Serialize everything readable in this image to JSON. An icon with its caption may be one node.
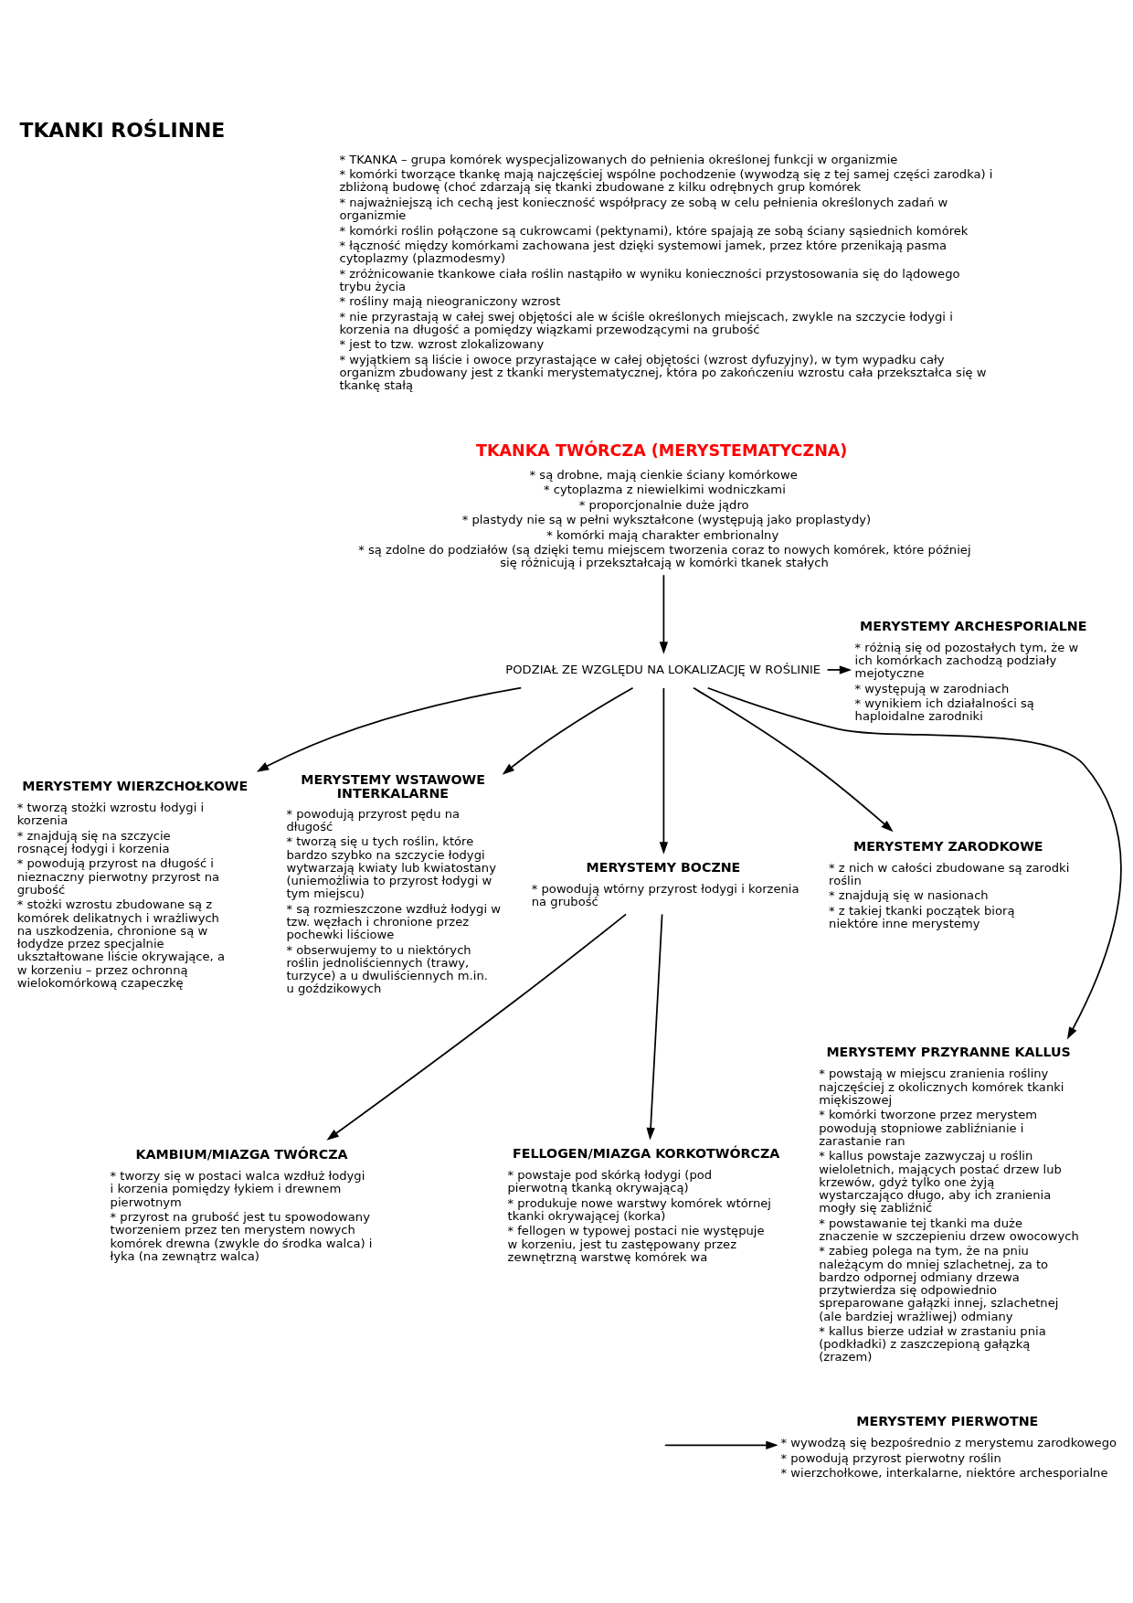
{
  "diagram": {
    "title": "TKANKI ROŚLINNE",
    "nodes": [
      {
        "text": [
          "TKANKA TWÓRCZA (MERYSTEMATYCZNA)",
          "* są drobne, mają cienkie ściany komórkowe",
          "* cytoplazma z niewielkimi wodniczkami",
          "* proporcjonalnie duże jądro",
          "* plastydy nie są w pełni wykształcone (występują jako proplastydy)",
          "* komórki mają charakter embrionalny",
          "* są zdolne do podziałów (są dzięki temu miejscem tworzenia coraz to nowych komórek, które później się różnicują i przekształcają w komórki tkanek stałych"
        ]
      },
      {
        "text": [
          "PODZIAŁ ZE WZGLĘDU NA LOKALIZACJĘ W ROŚLINIE"
        ]
      },
      {
        "text": [
          "MERYSTEMY ARCHESPORIALNE",
          "* różnią się od pozostałych tym, że w ich komórkach zachodzą podziały mejotyczne",
          "* występują w zarodniach",
          "* wynikiem ich działalności są haploidalne zarodniki"
        ]
      },
      {
        "text": [
          "MERYSTEMY WIERZCHOŁKOWE",
          "* tworzą stożki wzrostu łodygi i korzenia",
          "* znajdują się na szczycie rosnącej łodygi i korzenia",
          "* powodują przyrost na długość i nieznaczny pierwotny przyrost na grubość",
          "* stożki wzrostu zbudowane są z komórek delikatnych i wrażliwych na uszkodzenia, chronione są w łodydze przez specjalnie ukształtowane liście okrywające, a w korzeniu – przez ochronną wielokomórkową czapeczkę"
        ]
      },
      {
        "text": [
          "MERYSTEMY WSTAWOWE INTERKALARNE",
          "* powodują przyrost pędu na długość",
          "* tworzą się u tych roślin, które bardzo szybko na szczycie łodygi wytwarzają kwiaty lub kwiatostany (uniemożliwia to przyrost łodygi w tym miejscu)",
          "* są rozmieszczone wzdłuż łodygi w tzw. węzłach i chronione przez pochewki liściowe",
          "* obserwujemy to u niektórych roślin jednoliściennych (trawy, turzyce) a u dwuliściennych m.in. u goździkowych"
        ]
      },
      {
        "text": [
          "MERYSTEMY ZARODKOWE",
          "* z nich w całości zbudowane są zarodki roślin",
          "* znajdują się w nasionach",
          "* z takiej tkanki początek biorą niektóre inne merystemy"
        ]
      },
      {
        "text": [
          "MERYSTEMY PRZYRANNE KALLUS",
          "* powstają w miejscu zranienia rośliny najczęściej z okolicznych komórek tkanki miękiszowej",
          "* komórki tworzone przez merystem powodują stopniowe zabliźnianie i zarastanie ran",
          "* kallus powstaje zazwyczaj u roślin wieloletnich, mających postać drzew lub krzewów, gdyż tylko one żyją wystarczająco długo, aby ich zranienia mogły się zabliźnić",
          "* powstawanie tej tkanki ma duże znaczenie w szczepieniu drzew owocowych",
          "* zabieg polega na tym, że na pniu należącym do mniej szlachetnej, za to bardzo odpornej odmiany drzewa przytwierdza się odpowiednio spreparowane gałązki innej, szlachetnej (ale bardziej wrażliwej) odmiany",
          "* kallus bierze udział w zrastaniu pnia (podkładki) z zaszczepioną gałązką (zrazem)"
        ]
      },
      {
        "text": [
          "MERYSTEMY BOCZNE",
          "* powodują wtórny przyrost łodygi i korzenia na grubość"
        ]
      },
      {
        "text": [
          "KAMBIUM/MIAZGA TWÓRCZA",
          "* tworzy się w postaci walca wzdłuż łodygi i korzenia pomiędzy łykiem i drewnem pierwotnym",
          "* przyrost na grubość jest tu spowodowany tworzeniem przez ten merystem nowych komórek drewna (zwykle do środka walca) i łyka (na zewnątrz walca)"
        ]
      },
      {
        "text": [
          "FELLOGEN/MIAZGA KORKOTWÓRCZA",
          "* powstaje pod skórką łodygi (pod pierwotną tkanką okrywającą)",
          "* produkuje nowe warstwy komórek wtórnej tkanki okrywającej (korka)",
          "* fellogen w typowej postaci nie występuje w korzeniu, jest tu zastępowany przez zewnętrzną warstwę komórek wa"
        ]
      },
      {
        "text": [
          "MERYSTEMY PIERWOTNE",
          "* wywodzą się bezpośrednio z merystemu zarodkowego",
          "* powodują przyrost pierwotny roślin",
          "* wierzchołkowe, interkalarne, niektóre archesporialne"
        ]
      }
    ],
    "edges": [
      {
        "from": 0,
        "to": 1,
        "arrow": "to"
      },
      {
        "from": 1,
        "to": 2,
        "arrow": "to"
      },
      {
        "from": 1,
        "to": 3,
        "arrow": "to"
      },
      {
        "from": 1,
        "to": 4,
        "arrow": "to"
      },
      {
        "from": 1,
        "to": 7,
        "arrow": "to"
      },
      {
        "from": 1,
        "to": 6,
        "arrow": "to"
      },
      {
        "from": 1,
        "to": 5,
        "arrow": "to"
      },
      {
        "from": 7,
        "to": 8,
        "arrow": "to"
      },
      {
        "from": 7,
        "to": 9,
        "arrow": "to"
      },
      {
        "from": null,
        "to": 10,
        "arrow": "to"
      }
    ],
    "labels": [
      "* TKANKA – grupa komórek wyspecjalizowanych do pełnienia określonej funkcji w organizmie",
      "* komórki tworzące tkankę mają najczęściej wspólne pochodzenie (wywodzą się z tej samej części zarodka) i zbliżoną budowę (choć zdarzają się tkanki zbudowane z kilku odrębnych grup komórek",
      "* najważniejszą ich cechą jest konieczność współpracy ze sobą w celu pełnienia określonych zadań w organizmie",
      "* komórki roślin połączone są cukrowcami (pektynami), które spajają ze sobą ściany sąsiednich komórek",
      "* łączność między komórkami zachowana jest dzięki systemowi jamek, przez które przenikają pasma cytoplazmy (plazmodesmy)",
      "* zróżnicowanie tkankowe ciała roślin nastąpiło w wyniku konieczności przystosowania się do lądowego trybu życia",
      "* rośliny mają nieograniczony wzrost",
      "* nie przyrastają w całej swej objętości ale w ściśle określonych miejscach, zwykle na szczycie łodygi i korzenia na długość a pomiędzy wiązkami przewodzącymi na grubość",
      "* jest to tzw. wzrost zlokalizowany",
      "* wyjątkiem są liście i owoce przyrastające w całej objętości (wzrost dyfuzyjny), w tym wypadku cały organizm zbudowany jest z tkanki merystematycznej, która po zakończeniu wzrostu cała przekształca się w tkankę stałą"
    ]
  }
}
